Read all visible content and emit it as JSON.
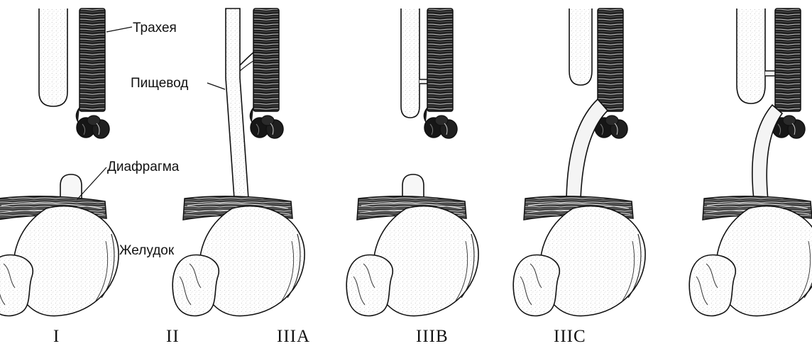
{
  "labels": {
    "trachea": "Трахея",
    "esophagus": "Пищевод",
    "diaphragm": "Диафрагма",
    "stomach": "Желудок"
  },
  "types": [
    "I",
    "II",
    "IIIA",
    "IIIB",
    "IIIC"
  ],
  "colors": {
    "ink": "#111111",
    "trachea_fill": "#1f1f1f",
    "esophagus_fill": "#f4f4f4",
    "stippling": "#bbbbbb"
  }
}
